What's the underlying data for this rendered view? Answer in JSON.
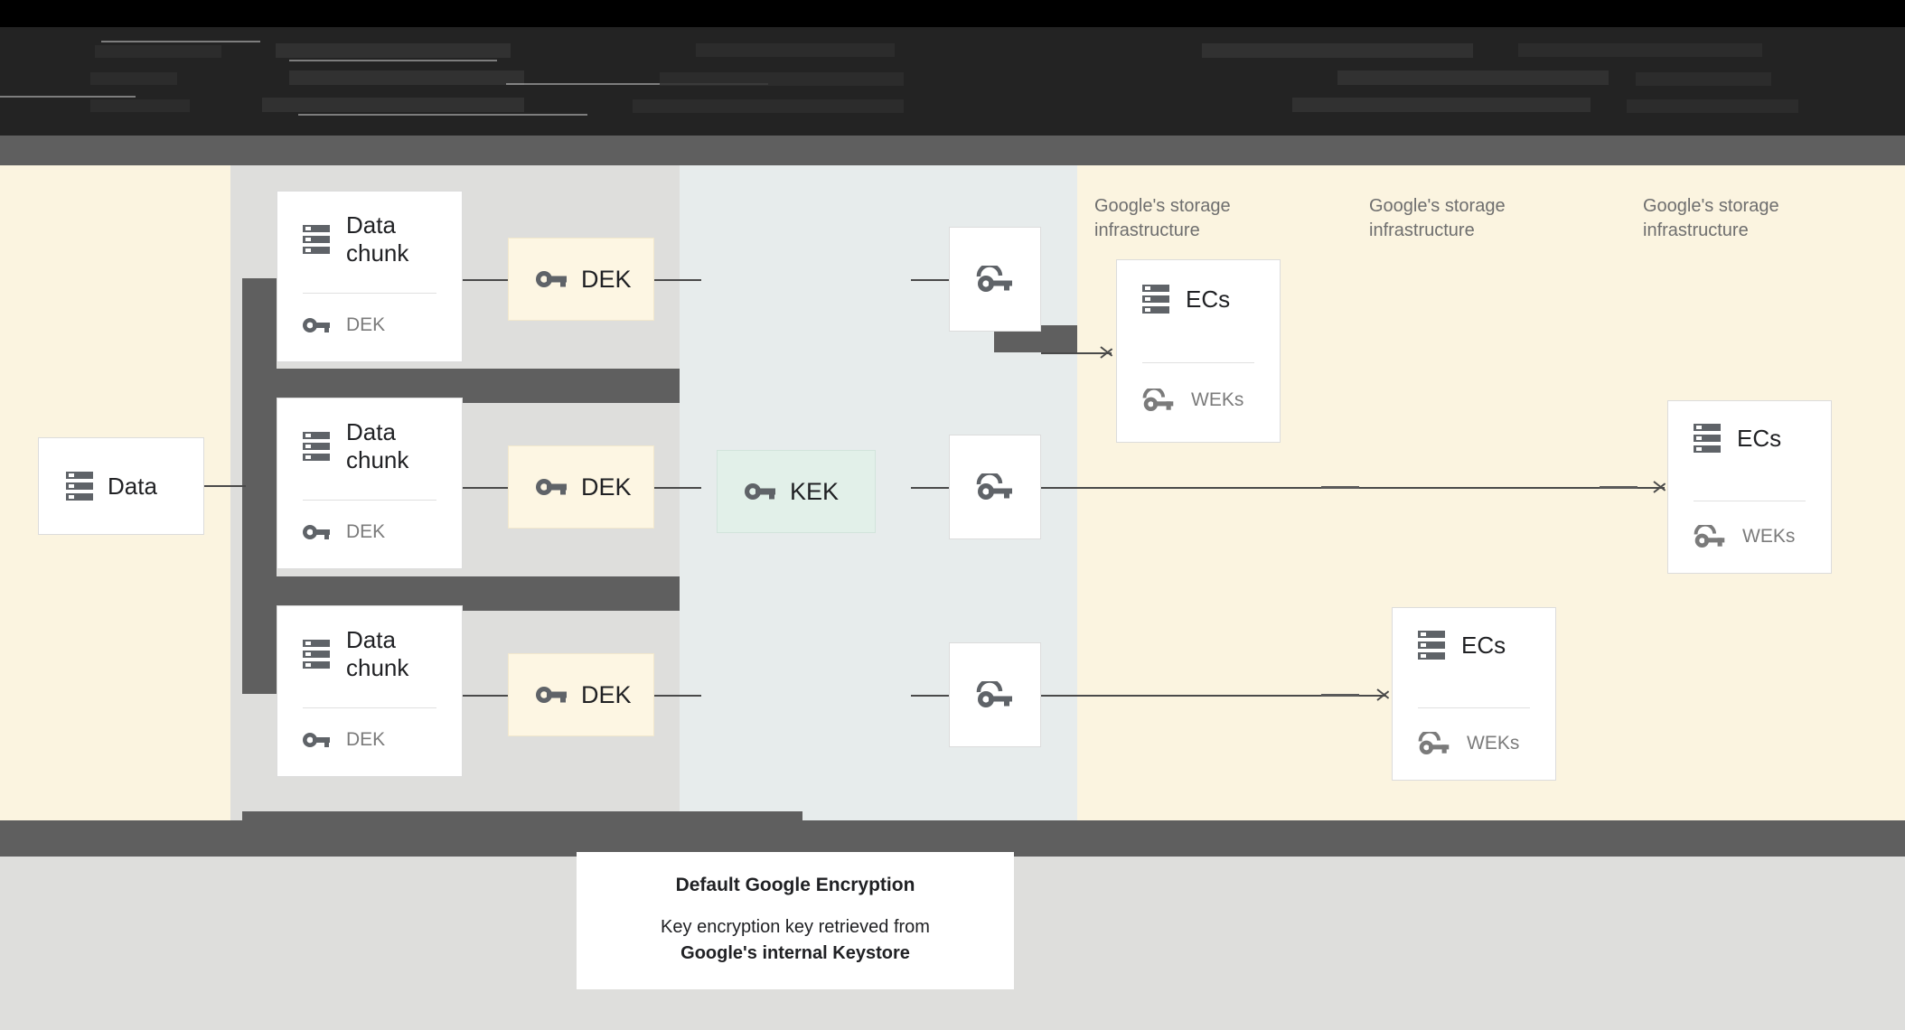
{
  "diagram": {
    "title_bar": {
      "redacted": true,
      "note": ""
    },
    "source": {
      "label": "Data",
      "icon": "storage-icon"
    },
    "chunks": [
      {
        "title": "Data\nchunk",
        "icon": "storage-icon",
        "key_label": "DEK",
        "key_icon": "key-icon"
      },
      {
        "title": "Data\nchunk",
        "icon": "storage-icon",
        "key_label": "DEK",
        "key_icon": "key-icon"
      },
      {
        "title": "Data\nchunk",
        "icon": "storage-icon",
        "key_label": "DEK",
        "key_icon": "key-icon"
      }
    ],
    "deks": [
      {
        "label": "DEK",
        "icon": "key-icon"
      },
      {
        "label": "DEK",
        "icon": "key-icon"
      },
      {
        "label": "DEK",
        "icon": "key-icon"
      }
    ],
    "kek": {
      "label": "KEK",
      "icon": "key-icon"
    },
    "wrapped_keys": [
      {
        "icon": "wrapped-key-icon"
      },
      {
        "icon": "wrapped-key-icon"
      },
      {
        "icon": "wrapped-key-icon"
      }
    ],
    "infra_labels": [
      "Google's storage\ninfrastructure",
      "Google's storage\ninfrastructure",
      "Google's storage\ninfrastructure"
    ],
    "ec_cards": [
      {
        "title": "ECs",
        "icon": "storage-icon",
        "key_label": "WEKs",
        "key_icon": "wrapped-key-icon"
      },
      {
        "title": "ECs",
        "icon": "storage-icon",
        "key_label": "WEKs",
        "key_icon": "wrapped-key-icon"
      },
      {
        "title": "ECs",
        "icon": "storage-icon",
        "key_label": "WEKs",
        "key_icon": "wrapped-key-icon"
      }
    ],
    "caption": {
      "title": "Default Google Encryption",
      "line1": "Key encryption key retrieved from",
      "line2": "Google's internal Keystore"
    },
    "colors": {
      "cream": "#fbf4e0",
      "gray_column": "#dededc",
      "bluegray_column": "#e7ecec",
      "dark_bar": "#5f5f5f",
      "dek_fill": "#fdf6e3",
      "kek_fill": "#e2f0e9",
      "icon_gray": "#5f6368",
      "text_dark": "#202124",
      "text_muted": "#7b7b7b"
    }
  }
}
